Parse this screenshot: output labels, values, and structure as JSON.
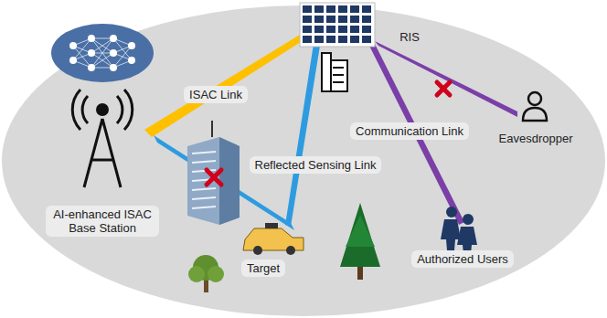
{
  "diagram": {
    "labels": [
      "RIS",
      "ISAC Link",
      "Reflected Sensing Link",
      "Communication Link",
      "Eavesdropper",
      "AI-enhanced ISAC Base Station",
      "Target",
      "Authorized Users"
    ]
  }
}
